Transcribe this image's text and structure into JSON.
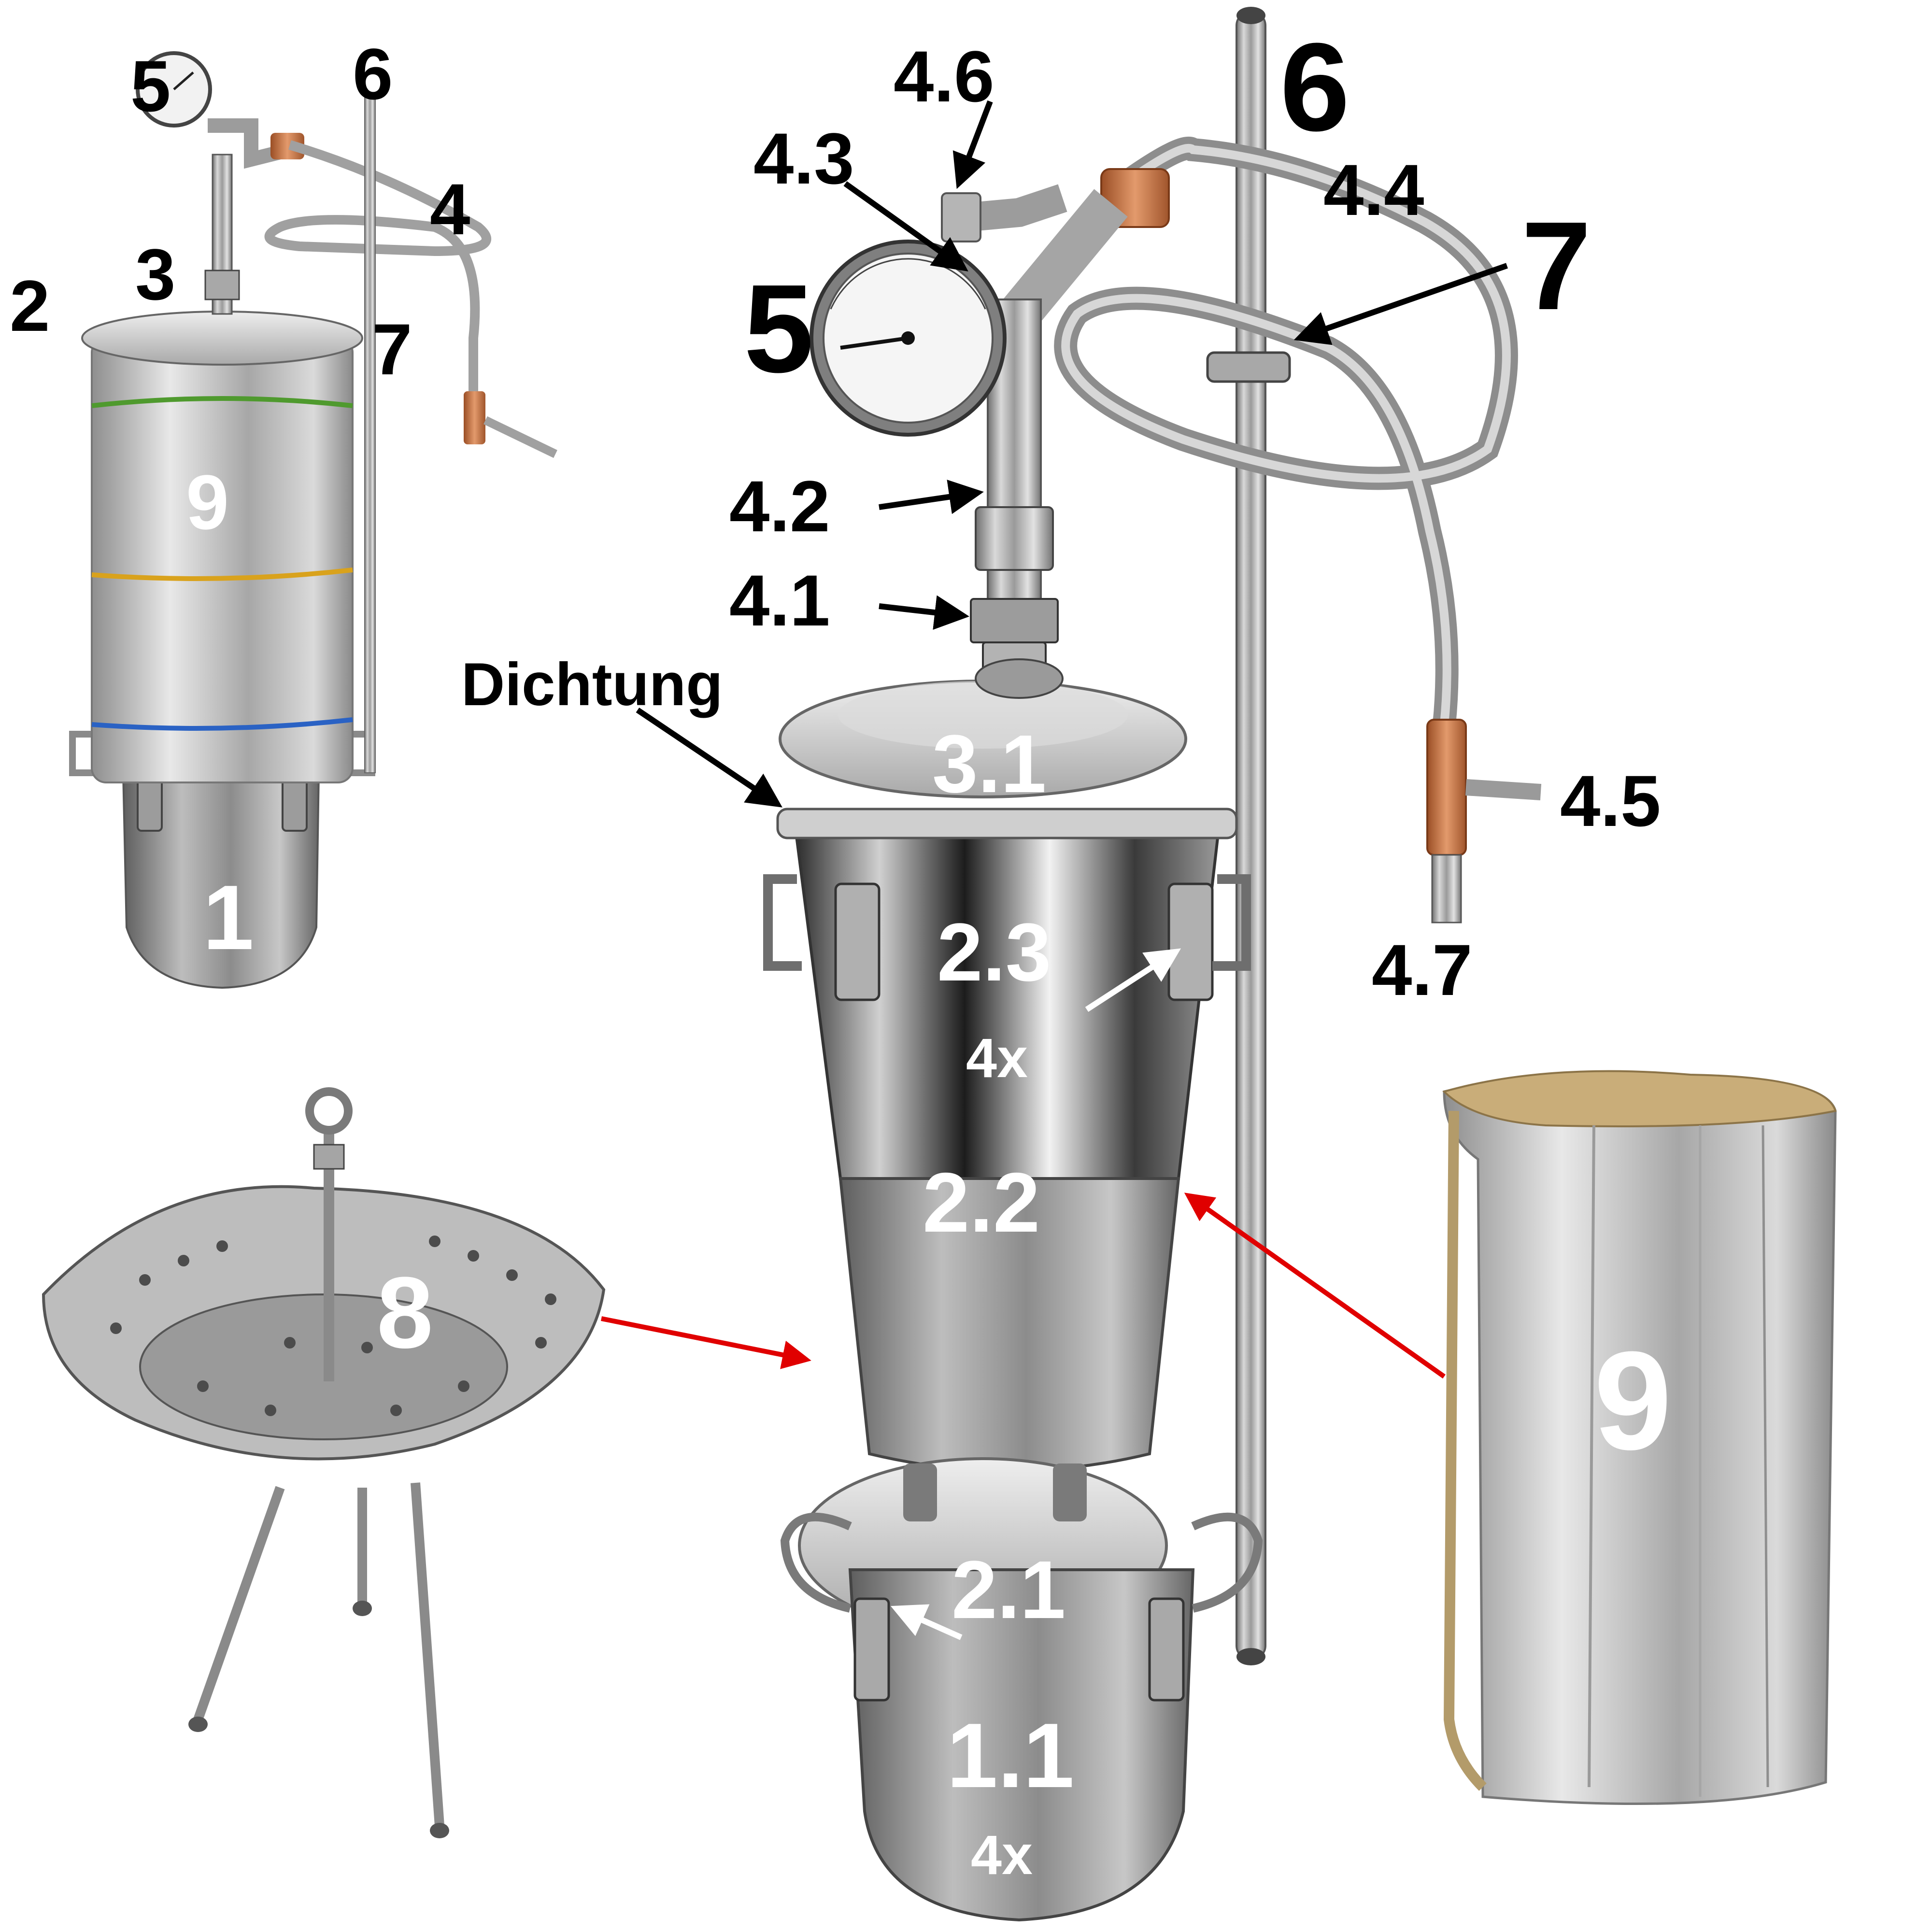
{
  "labels": {
    "small_5": "5",
    "small_6": "6",
    "small_4": "4",
    "small_2": "2",
    "small_3": "3",
    "small_7": "7",
    "small_9": "9",
    "small_1": "1",
    "l_4_6": "4.6",
    "l_6": "6",
    "l_4_3": "4.3",
    "l_4_4": "4.4",
    "l_7": "7",
    "l_5": "5",
    "l_4_2": "4.2",
    "l_4_1": "4.1",
    "l_dichtung": "Dichtung",
    "l_3_1": "3.1",
    "l_4_5": "4.5",
    "l_2_3": "2.3",
    "l_4x_top": "4x",
    "l_4_7": "4.7",
    "l_2_2": "2.2",
    "l_8": "8",
    "l_9": "9",
    "l_2_1": "2.1",
    "l_1_1": "1.1",
    "l_4x_bottom": "4x"
  },
  "colors": {
    "steel": "#b9b9b9",
    "steel_dark": "#6d6d6d",
    "steel_light": "#e6e6e6",
    "copper": "#c8794a",
    "insulation": "#cfcfcf",
    "insulation_edge": "#b39b6a",
    "arrow_black": "#000000",
    "arrow_red": "#e00000",
    "arrow_white": "#ffffff"
  }
}
